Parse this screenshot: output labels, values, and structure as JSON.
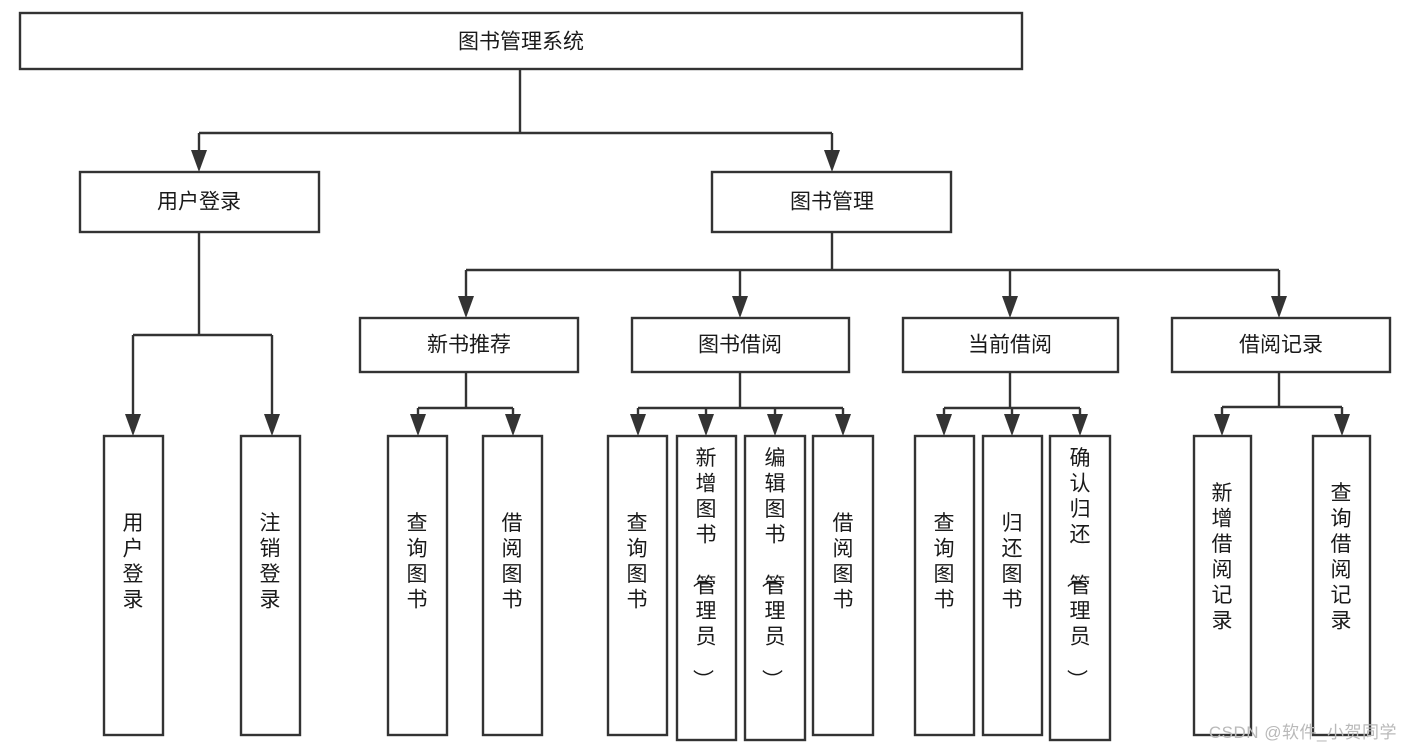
{
  "diagram": {
    "type": "tree",
    "title": "图书管理系统",
    "watermark": "CSDN @软件_小贺同学",
    "colors": {
      "box_stroke": "#333333",
      "box_fill": "#ffffff",
      "text": "#1a1a1a",
      "connector": "#333333",
      "watermark": "#b9b9b9",
      "background": "#ffffff"
    },
    "levels": {
      "root": "图书管理系统",
      "level2": [
        "用户登录",
        "图书管理"
      ],
      "level3": [
        "新书推荐",
        "图书借阅",
        "当前借阅",
        "借阅记录"
      ]
    },
    "nodes": {
      "root": {
        "label": "图书管理系统",
        "orientation": "horizontal"
      },
      "user_login": {
        "label": "用户登录",
        "orientation": "horizontal"
      },
      "book_manage": {
        "label": "图书管理",
        "orientation": "horizontal"
      },
      "new_book_rec": {
        "label": "新书推荐",
        "orientation": "horizontal"
      },
      "book_borrow": {
        "label": "图书借阅",
        "orientation": "horizontal"
      },
      "current_borrow": {
        "label": "当前借阅",
        "orientation": "horizontal"
      },
      "borrow_record": {
        "label": "借阅记录",
        "orientation": "horizontal"
      },
      "leaf_user_login": {
        "label": "用户登录",
        "orientation": "vertical"
      },
      "leaf_logout": {
        "label": "注销登录",
        "orientation": "vertical"
      },
      "leaf_query_book_a": {
        "label": "查询图书",
        "orientation": "vertical"
      },
      "leaf_borrow_book_a": {
        "label": "借阅图书",
        "orientation": "vertical"
      },
      "leaf_query_book_b": {
        "label": "查询图书",
        "orientation": "vertical"
      },
      "leaf_add_book": {
        "label": "新增图书（管理员）",
        "orientation": "vertical"
      },
      "leaf_edit_book": {
        "label": "编辑图书（管理员）",
        "orientation": "vertical"
      },
      "leaf_borrow_book_b": {
        "label": "借阅图书",
        "orientation": "vertical"
      },
      "leaf_query_book_c": {
        "label": "查询图书",
        "orientation": "vertical"
      },
      "leaf_return_book": {
        "label": "归还图书",
        "orientation": "vertical"
      },
      "leaf_confirm_return": {
        "label": "确认归还（管理员）",
        "orientation": "vertical"
      },
      "leaf_add_record": {
        "label": "新增借阅记录",
        "orientation": "vertical"
      },
      "leaf_query_record": {
        "label": "查询借阅记录",
        "orientation": "vertical"
      }
    },
    "edges": [
      {
        "from": "图书管理系统",
        "to": "用户登录"
      },
      {
        "from": "图书管理系统",
        "to": "图书管理"
      },
      {
        "from": "用户登录",
        "to": "用户登录"
      },
      {
        "from": "用户登录",
        "to": "注销登录"
      },
      {
        "from": "图书管理",
        "to": "新书推荐"
      },
      {
        "from": "图书管理",
        "to": "图书借阅"
      },
      {
        "from": "图书管理",
        "to": "当前借阅"
      },
      {
        "from": "图书管理",
        "to": "借阅记录"
      },
      {
        "from": "新书推荐",
        "to": "查询图书"
      },
      {
        "from": "新书推荐",
        "to": "借阅图书"
      },
      {
        "from": "图书借阅",
        "to": "查询图书"
      },
      {
        "from": "图书借阅",
        "to": "新增图书（管理员）"
      },
      {
        "from": "图书借阅",
        "to": "编辑图书（管理员）"
      },
      {
        "from": "图书借阅",
        "to": "借阅图书"
      },
      {
        "from": "当前借阅",
        "to": "查询图书"
      },
      {
        "from": "当前借阅",
        "to": "归还图书"
      },
      {
        "from": "当前借阅",
        "to": "确认归还（管理员）"
      },
      {
        "from": "借阅记录",
        "to": "新增借阅记录"
      },
      {
        "from": "借阅记录",
        "to": "查询借阅记录"
      }
    ]
  }
}
